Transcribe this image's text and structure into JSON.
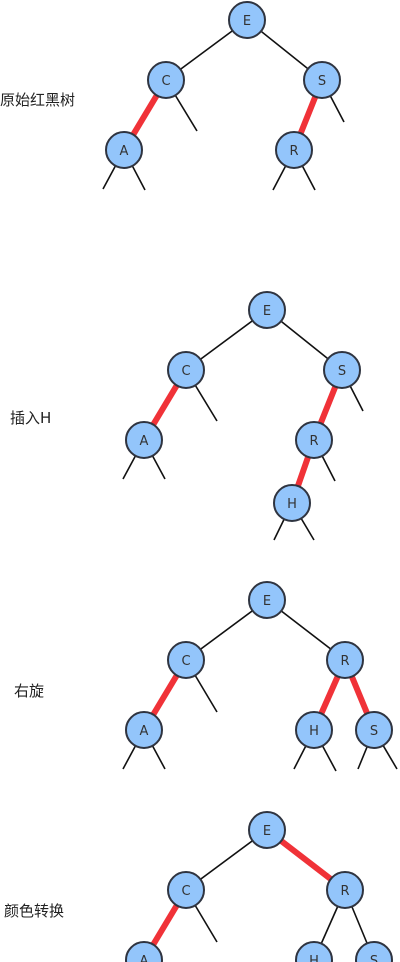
{
  "colors": {
    "node_fill": "#93c5fb",
    "node_stroke": "#2f3440",
    "black_link": "#111111",
    "red_link": "#f03238"
  },
  "stages": [
    {
      "label": "原始红黑树",
      "nodes": [
        "E",
        "C",
        "S",
        "A",
        "R"
      ],
      "red_links": [
        "C-A",
        "S-R"
      ]
    },
    {
      "label": "插入H",
      "nodes": [
        "E",
        "C",
        "S",
        "A",
        "R",
        "H"
      ],
      "red_links": [
        "C-A",
        "S-R",
        "R-H"
      ]
    },
    {
      "label": "右旋",
      "nodes": [
        "E",
        "C",
        "R",
        "A",
        "H",
        "S"
      ],
      "red_links": [
        "C-A",
        "R-H",
        "R-S"
      ]
    },
    {
      "label": "颜色转换",
      "nodes": [
        "E",
        "C",
        "R",
        "A",
        "H",
        "S"
      ],
      "red_links": [
        "C-A",
        "E-R"
      ]
    }
  ]
}
